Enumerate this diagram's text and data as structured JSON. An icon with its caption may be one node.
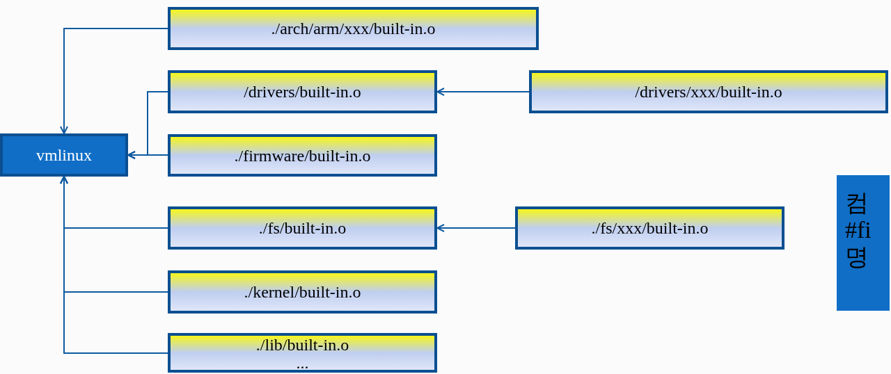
{
  "diagram": {
    "nodes": [
      {
        "text": [
          "vmlinux"
        ]
      },
      {
        "text": [
          "./arch/arm/xxx/built-in.o"
        ]
      },
      {
        "text": [
          "/drivers/built-in.o"
        ]
      },
      {
        "text": [
          "/drivers/xxx/built-in.o"
        ]
      },
      {
        "text": [
          "./firmware/built-in.o"
        ]
      },
      {
        "text": [
          "./fs/built-in.o"
        ]
      },
      {
        "text": [
          "./fs/xxx/built-in.o"
        ]
      },
      {
        "text": [
          "./kernel/built-in.o"
        ]
      },
      {
        "text": [
          "./lib/built-in.o",
          "..."
        ]
      },
      {
        "text": [
          "컴 #fi 명"
        ]
      }
    ],
    "edges": [
      {
        "from": 1,
        "to": 0,
        "arrow": "to"
      },
      {
        "from": 2,
        "to": 0,
        "arrow": "to"
      },
      {
        "from": 4,
        "to": 0,
        "arrow": "to"
      },
      {
        "from": 3,
        "to": 2,
        "arrow": "to"
      },
      {
        "from": 5,
        "to": 0,
        "arrow": "to"
      },
      {
        "from": 6,
        "to": 5,
        "arrow": "to"
      },
      {
        "from": 7,
        "to": 0,
        "arrow": "to"
      },
      {
        "from": 8,
        "to": 0,
        "arrow": "to"
      }
    ]
  }
}
